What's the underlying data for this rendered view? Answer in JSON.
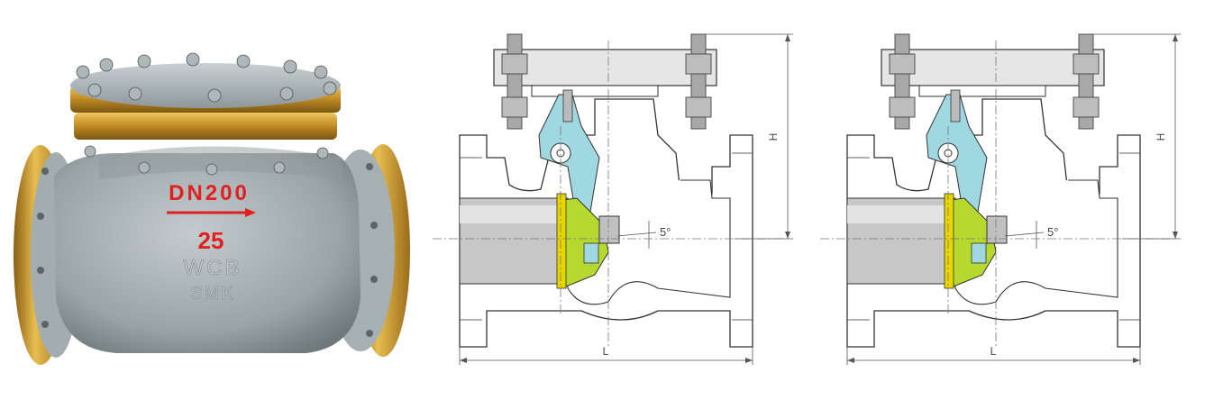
{
  "photo": {
    "casting_size": "DN200",
    "casting_pressure": "25",
    "casting_material": "WCB",
    "casting_brand": "SMK"
  },
  "diagrams": [
    {
      "dim_height": "H",
      "dim_length": "L",
      "angle": "5°"
    },
    {
      "dim_height": "H",
      "dim_length": "L",
      "angle": "5°"
    }
  ],
  "colors": {
    "body_gray": "#a7b0b3",
    "brass": "#c9962f",
    "cutaway_blue": "#9fd8e0",
    "disc_green": "#b6d930",
    "disc_yellow": "#e8d600",
    "casting_red": "#e02020"
  }
}
